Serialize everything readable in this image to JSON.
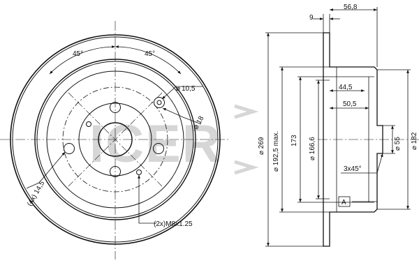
{
  "watermark": {
    "text": "ICER"
  },
  "front_view": {
    "angle_left": "45°",
    "angle_right": "45°",
    "hole_dia": "10,5",
    "pcd": "18",
    "bolt_holes": "(4x) 14,5",
    "thread": "(2x)M8x1.25"
  },
  "side_view": {
    "thickness": "9",
    "height": "56,8",
    "d_outer": "269",
    "d_max": "192,5 max.",
    "d_173": "173",
    "d_166": "166,6",
    "w_44": "44,5",
    "w_50": "50,5",
    "d_55": "55",
    "d_182": "182",
    "chamfer": "3x45°",
    "datum": "A"
  },
  "colors": {
    "line": "#111111",
    "watermark": "#d6d6d6"
  }
}
